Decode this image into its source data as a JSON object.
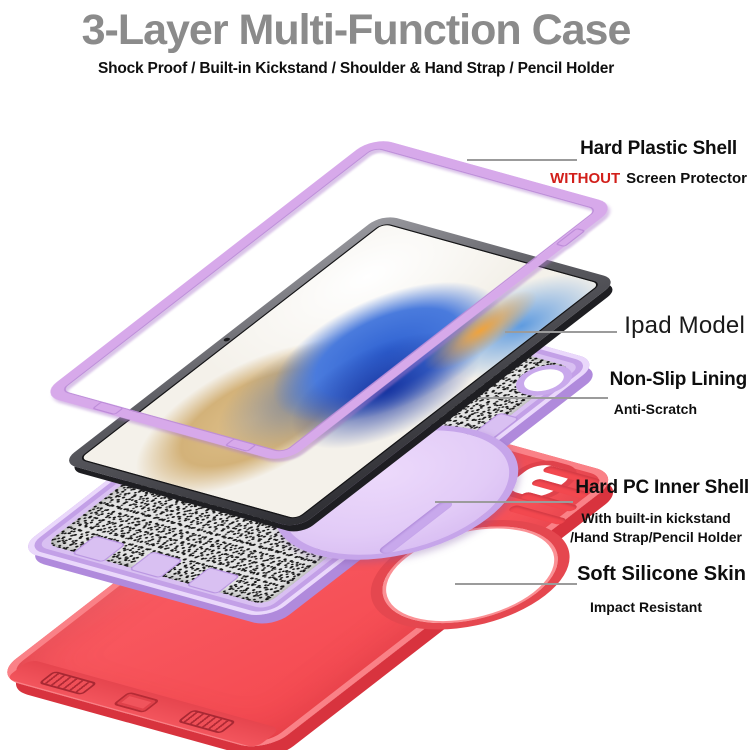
{
  "header": {
    "title": "3-Layer Multi-Function Case",
    "subtitle": "Shock Proof / Built-in Kickstand / Shoulder & Hand Strap / Pencil Holder"
  },
  "callouts": {
    "hard_plastic_shell": {
      "title": "Hard Plastic Shell",
      "warning_word": "WITHOUT",
      "warning_rest": "Screen Protector"
    },
    "ipad_model": {
      "title": "Ipad Model"
    },
    "non_slip_lining": {
      "title": "Non-Slip Lining",
      "subtitle": "Anti-Scratch"
    },
    "hard_pc_inner_shell": {
      "title": "Hard PC Inner Shell",
      "subtitle_line1": "With built-in kickstand",
      "subtitle_line2": "/Hand Strap/Pencil Holder"
    },
    "soft_silicone_skin": {
      "title": "Soft Silicone Skin",
      "subtitle": "Impact Resistant"
    }
  },
  "colors": {
    "title_gray": "#8b8b8b",
    "warning_red": "#d21f1a",
    "frame_purple": "#d7a9ea",
    "shell_lavender": "#d9c0f2",
    "kickstand_disc_purple": "#e2cbf7",
    "silicone_coral": "#f8585f",
    "tablet_bezel_gray": "#3c3c40",
    "callout_line_gray": "#9b9b9b"
  }
}
